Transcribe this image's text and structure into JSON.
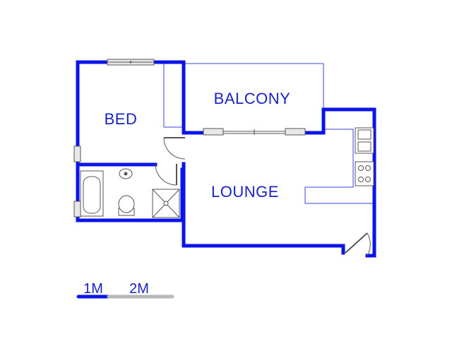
{
  "colors": {
    "wall": "#0a13e8",
    "thin_line": "#3b44e0",
    "label": "#1a22c8",
    "fixture": "#555555",
    "scale_filled": "#0a13e8",
    "scale_empty": "#b8b8b8",
    "background": "#ffffff"
  },
  "rooms": {
    "bed": "BED",
    "balcony": "BALCONY",
    "lounge": "LOUNGE"
  },
  "scale": {
    "label_1": "1M",
    "label_2": "2M"
  }
}
